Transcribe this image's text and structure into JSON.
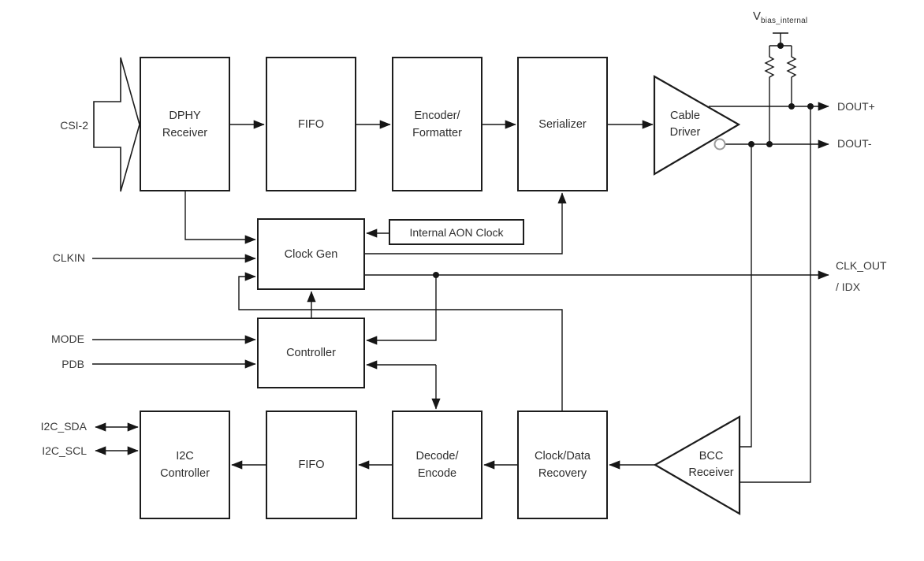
{
  "blocks": {
    "dphy": {
      "label": "DPHY\nReceiver"
    },
    "fifo_top": {
      "label": "FIFO"
    },
    "encoder": {
      "label": "Encoder/\nFormatter"
    },
    "serializer": {
      "label": "Serializer"
    },
    "clock_gen": {
      "label": "Clock Gen"
    },
    "aon_clock": {
      "label": "Internal AON Clock"
    },
    "controller": {
      "label": "Controller"
    },
    "i2c": {
      "label": "I2C\nController"
    },
    "fifo_bottom": {
      "label": "FIFO"
    },
    "decode": {
      "label": "Decode/\nEncode"
    },
    "cdr": {
      "label": "Clock/Data\nRecovery"
    },
    "cable_driver": {
      "label": "Cable\nDriver"
    },
    "bcc_receiver": {
      "label": "BCC\nReceiver"
    }
  },
  "ports": {
    "csi2": "CSI-2",
    "clkin": "CLKIN",
    "mode": "MODE",
    "pdb": "PDB",
    "i2c_sda": "I2C_SDA",
    "i2c_scl": "I2C_SCL",
    "dout_plus": "DOUT+",
    "dout_minus": "DOUT-",
    "clk_out": "CLK_OUT",
    "idx": "/ IDX",
    "vbias_main": "V",
    "vbias_sub": "bias_internal"
  },
  "colors": {
    "line": "#161616",
    "text": "#2e2e2e",
    "background": "#ffffff",
    "bubble_stroke": "#9a9a9a"
  }
}
